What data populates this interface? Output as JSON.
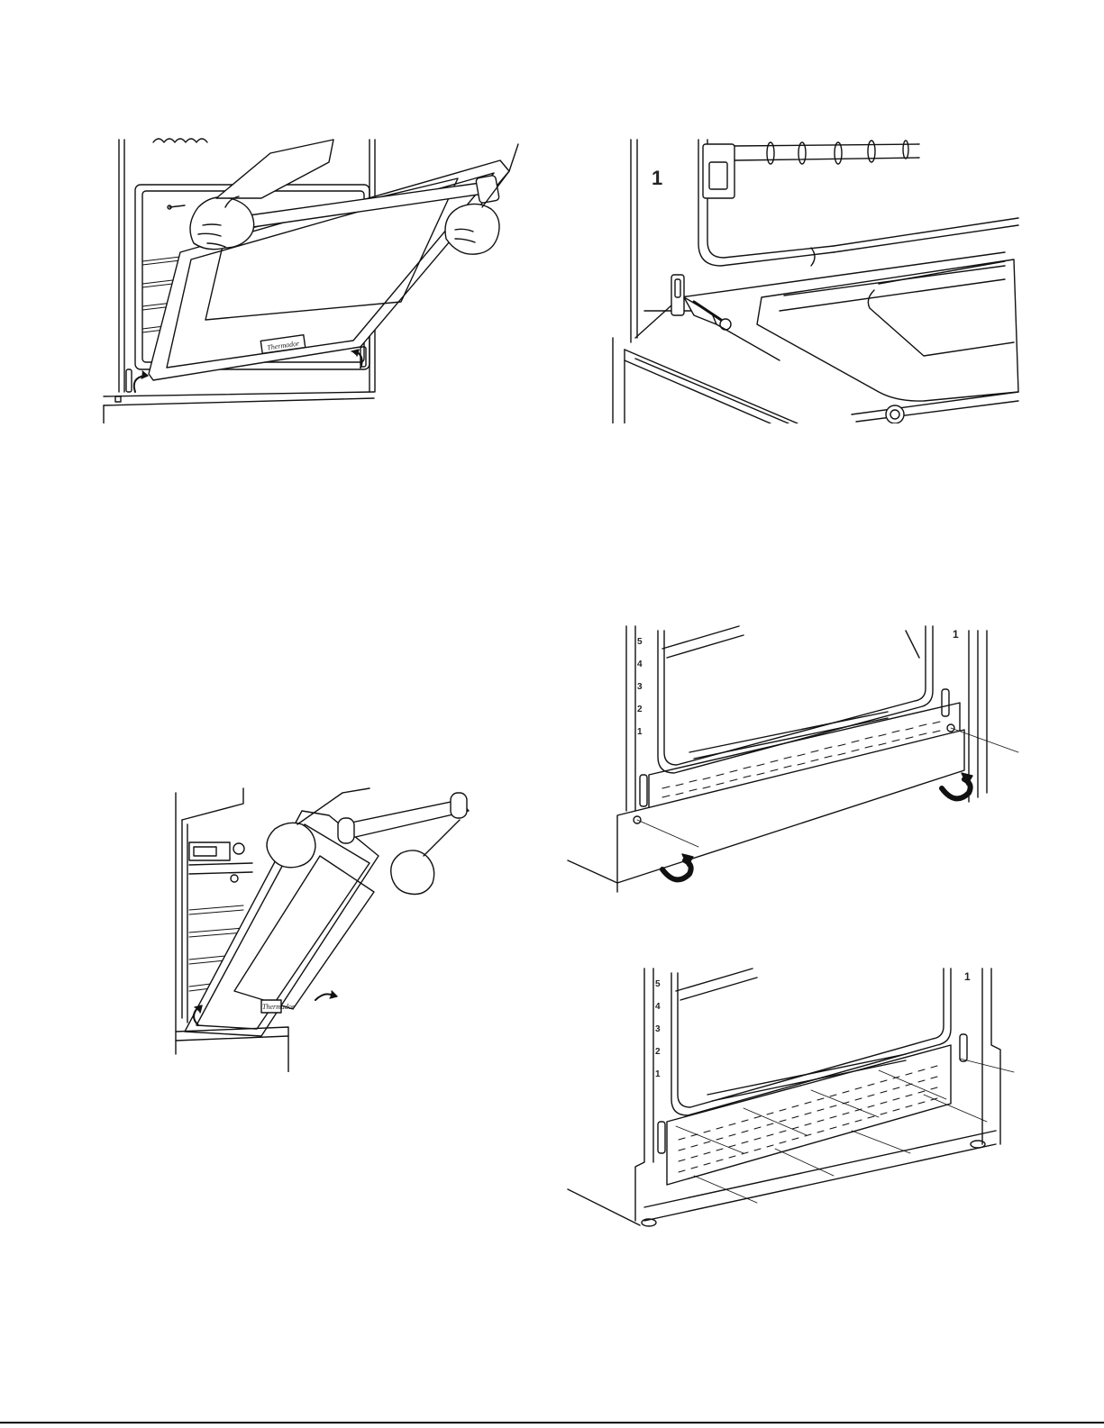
{
  "figures": {
    "door_lift": {
      "brand": "Thermador"
    },
    "hinge_detail": {
      "label": "1"
    },
    "door_tilt": {
      "brand": "Thermador"
    },
    "toe_kick_removal": {
      "label": "1",
      "rack_numbers": [
        "5",
        "4",
        "3",
        "2",
        "1"
      ]
    },
    "vent_panel_removal": {
      "label": "1",
      "rack_numbers": [
        "5",
        "4",
        "3",
        "2",
        "1"
      ]
    }
  }
}
